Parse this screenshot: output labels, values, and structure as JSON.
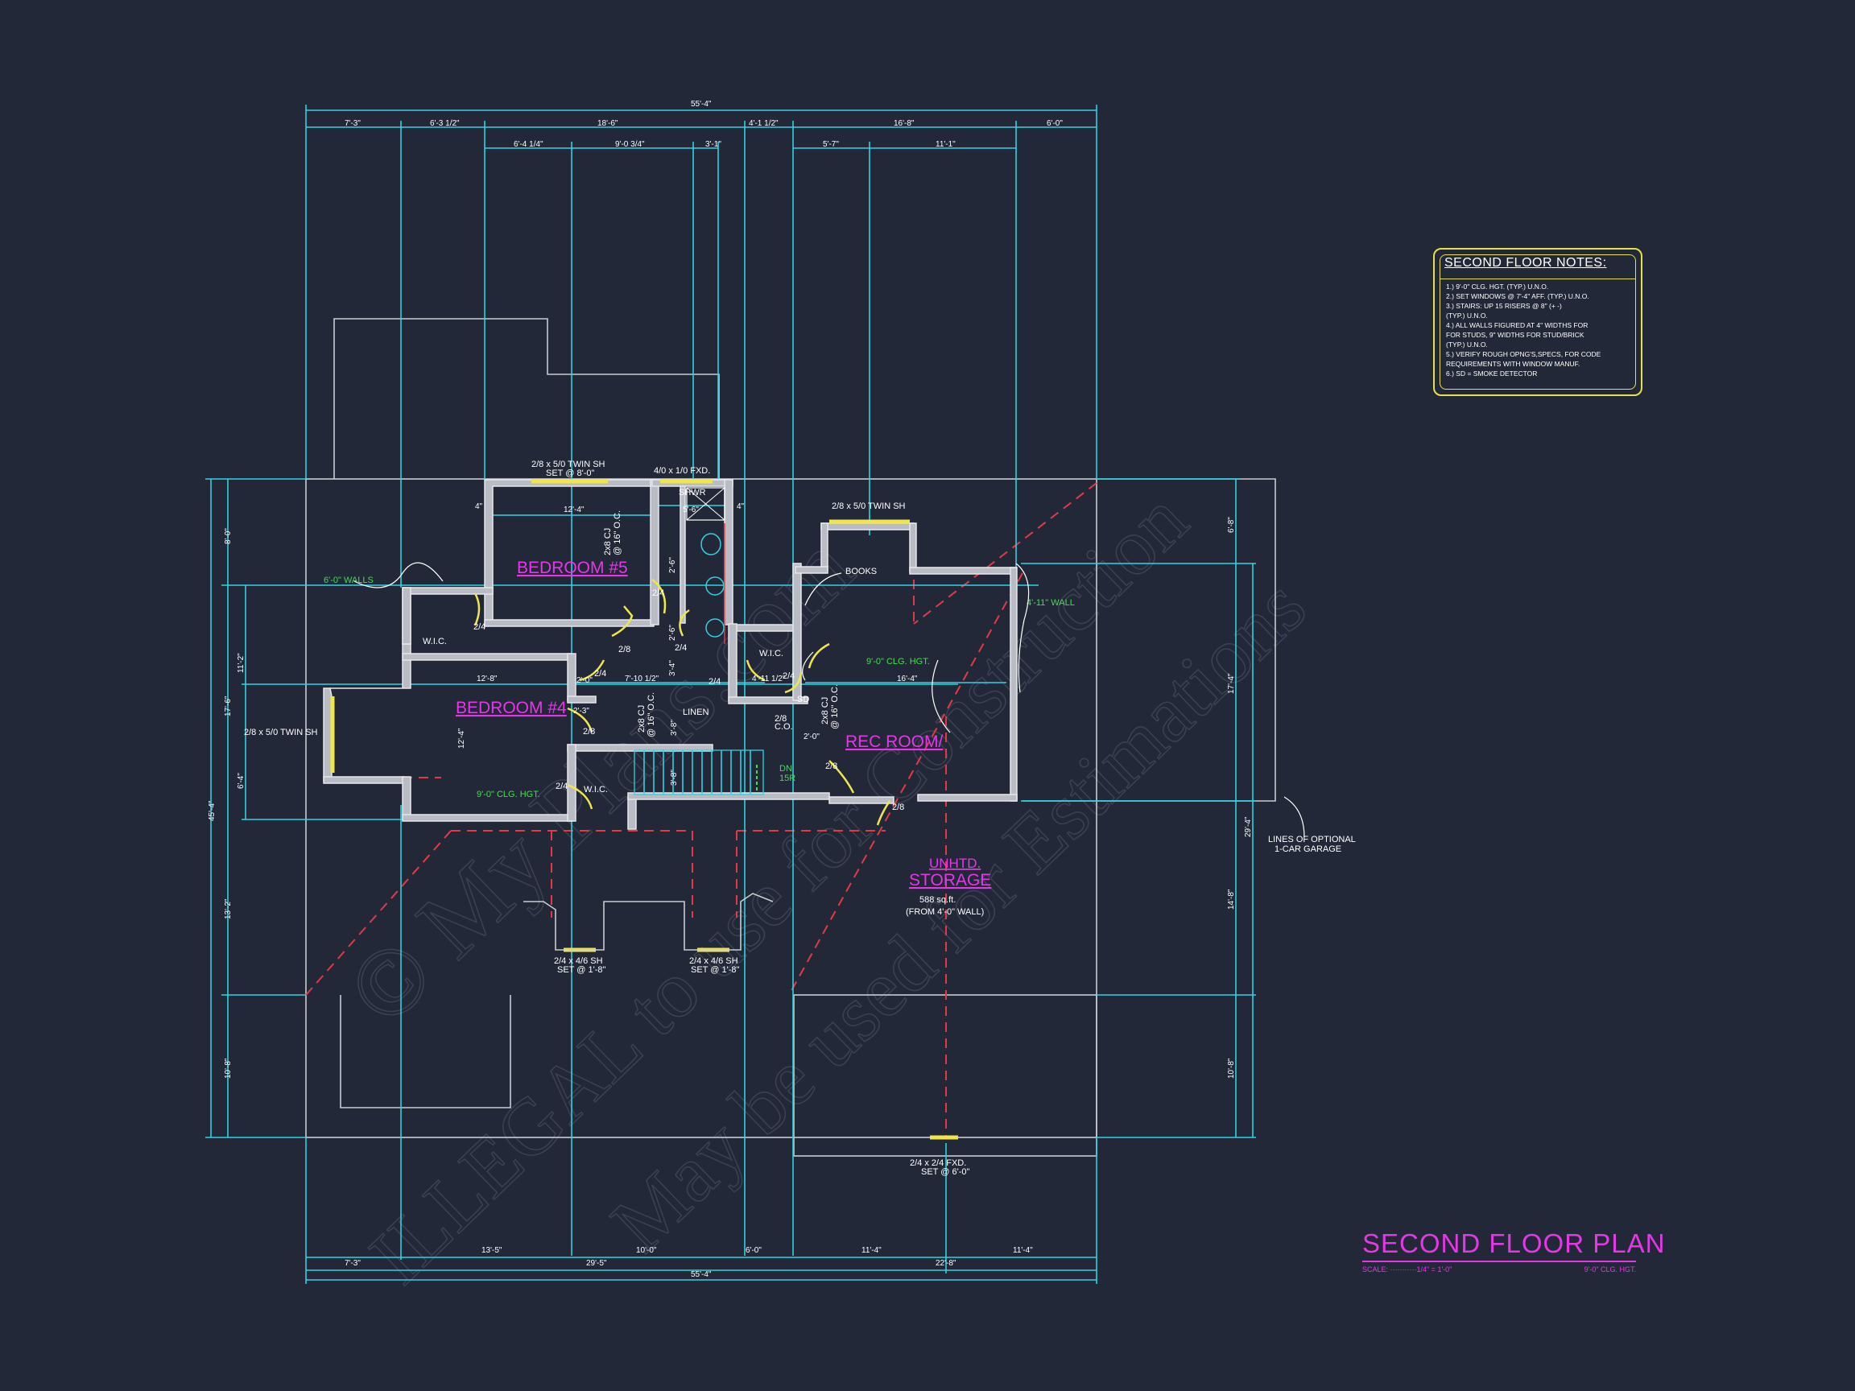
{
  "plan": {
    "title": "SECOND FLOOR PLAN",
    "scale": "SCALE: ···········1/4\" = 1'-0\"",
    "ceiling": "9'-0\" CLG. HGT."
  },
  "notes": {
    "title": "SECOND FLOOR NOTES:",
    "items": [
      "1.) 9'-0\"  CLG. HGT. (TYP.) U.N.O.",
      "2.) SET WINDOWS @ 7'-4\" AFF. (TYP.) U.N.O.",
      "3.) STAIRS: UP 15 RISERS @ 8\" (+ -)",
      "     (TYP.) U.N.O.",
      "4.) ALL WALLS FIGURED AT 4\" WIDTHS FOR",
      "     FOR STUDS, 9\" WIDTHS FOR STUD/BRICK",
      "     (TYP.) U.N.O.",
      "5.) VERIFY ROUGH OPNG'S,SPECS, FOR CODE",
      "     REQUIREMENTS WITH WINDOW MANUF.",
      "6.) SD = SMOKE DETECTOR"
    ]
  },
  "rooms": {
    "bedroom5": "BEDROOM #5",
    "bedroom4": "BEDROOM #4",
    "rec_room": "REC ROOM/",
    "storage_1": "UNHTD.",
    "storage_2": "STORAGE",
    "storage_area": "588 sq.ft.",
    "storage_note": "(FROM 4'-0\" WALL)"
  },
  "labels": {
    "wic1": "W.I.C.",
    "wic2": "W.I.C.",
    "wic3": "W.I.C.",
    "linen": "LINEN",
    "books": "BOOKS",
    "shwr": "SHWR",
    "sd": "SD",
    "co": "C.O.",
    "dn": "DN",
    "dn_risers": "15R",
    "garage_1": "LINES OF OPTIONAL",
    "garage_2": "1-CAR GARAGE"
  },
  "green_notes": {
    "walls6": "6'-0\" WALLS",
    "wall4": "4'-11\" WALL",
    "clg1": "9'-0\" CLG. HGT.",
    "clg2": "9'-0\" CLG. HGT."
  },
  "windows": {
    "w_top_bed5": "2/8 x 5/0 TWIN SH",
    "w_top_bed5_set": "SET @ 8'-0\"",
    "w_fxd": "4/0 x 1/0 FXD.",
    "w_rec": "2/8 x 5/0 TWIN SH",
    "w_bed4": "2/8 x 5/0 TWIN SH",
    "w_dormer1": "2/4 x 4/6 SH",
    "w_dormer1_set": "SET @ 1'-8\"",
    "w_dormer2": "2/4 x 4/6 SH",
    "w_dormer2_set": "SET @ 1'-8\"",
    "w_bottom": "2/4 x 2/4 FXD.",
    "w_bottom_set": "SET @ 6'-0\""
  },
  "doors": [
    "2/4",
    "2/8",
    "2/4",
    "2/4",
    "2/4",
    "2/4",
    "2/8",
    "2/4",
    "2/8",
    "2/8",
    "2/8",
    "2/4"
  ],
  "joists": {
    "j1": "2x8 CJ",
    "j1b": "@ 16\" O.C.",
    "j2": "2x8 CJ",
    "j2b": "@ 16\" O.C.",
    "j3": "2x8 CJ",
    "j3b": "@ 16\" O.C."
  },
  "dims_top": {
    "overall": "55'-4\"",
    "row1": [
      "7'-3\"",
      "6'-3 1/2\"",
      "18'-6\"",
      "4'-1 1/2\"",
      "16'-8\"",
      "6'-0\""
    ],
    "row2": [
      "6'-4 1/4\"",
      "9'-0 3/4\"",
      "3'-1\"",
      "5'-7\"",
      "11'-1\""
    ]
  },
  "dims_bottom": {
    "overall": "55'-4\"",
    "row1": [
      "13'-5\"",
      "10'-0\"",
      "6'-0\"",
      "11'-4\"",
      "11'-4\""
    ],
    "row2": [
      "7'-3\"",
      "29'-5\"",
      "22'-8\""
    ]
  },
  "dims_left": {
    "overall": "45'-4\"",
    "row1": [
      "8'-0\"",
      "17'-6\"",
      "13'-2\"",
      "10'-8\""
    ],
    "row2": [
      "11'-2\"",
      "6'-4\""
    ]
  },
  "dims_right": {
    "items": [
      "6'-8\"",
      "17'-4\"",
      "29'-4\"",
      "14'-8\"",
      "10'-8\""
    ]
  },
  "dims_inner": [
    "12'-4\"",
    "4\"",
    "4\"",
    "5'-6\"",
    "12'-8\"",
    "7'-10 1/2\"",
    "16'-4\"",
    "4'-11 1/2\"",
    "12'-4\"",
    "2'-3\"",
    "2'-0\"",
    "2'-0\"",
    "3'-8\"",
    "3'-8\"",
    "2'-6\"",
    "3'-4\"",
    "2'-6\""
  ],
  "watermark": [
    "© My Plans.com",
    "ILLEGAL to use for Construction",
    "May be used for Estimations"
  ]
}
